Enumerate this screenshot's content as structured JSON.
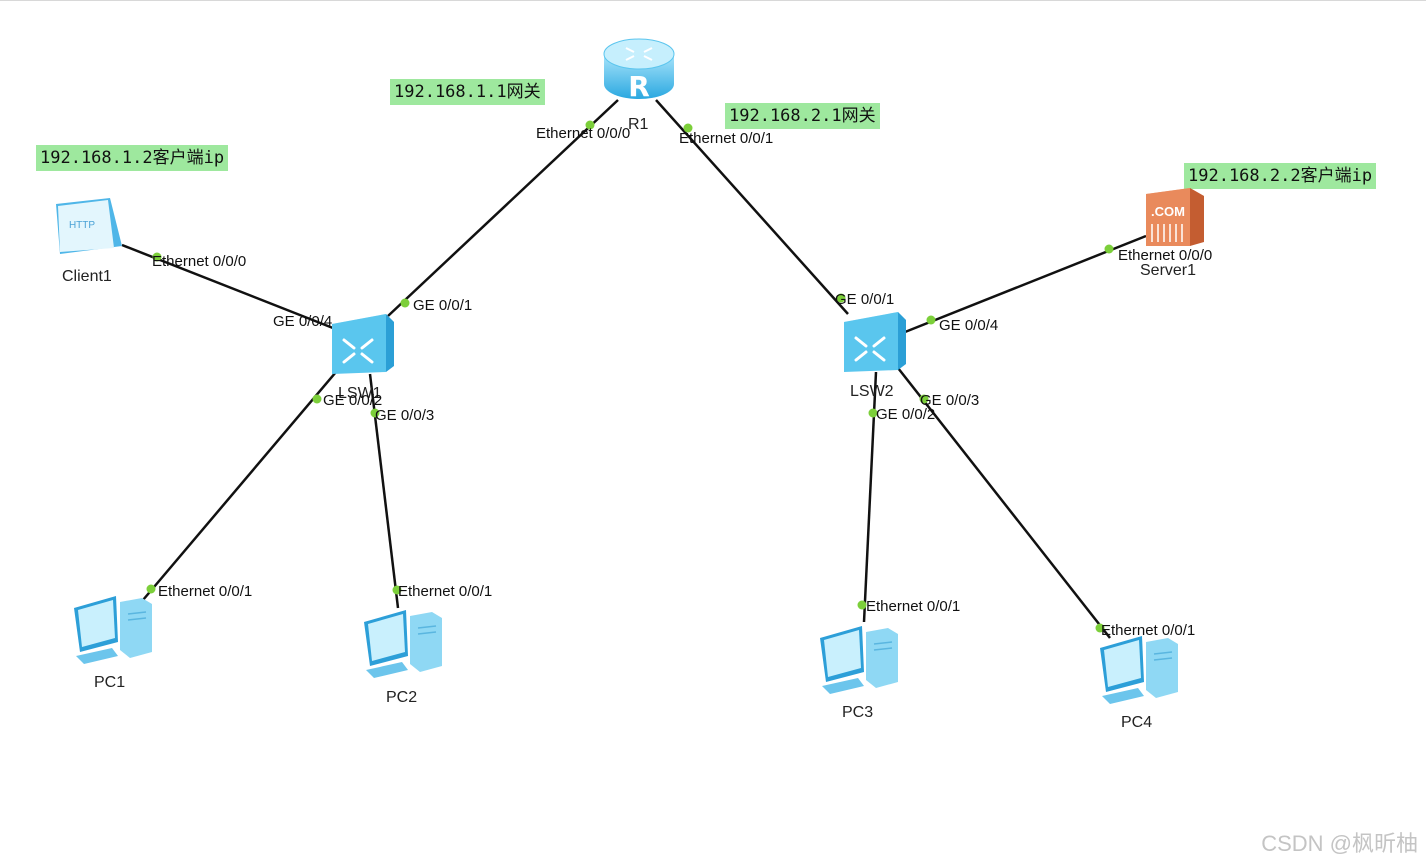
{
  "notes": {
    "gw1": "192.168.1.1网关",
    "gw2": "192.168.2.1网关",
    "client_ip": "192.168.1.2客户端ip",
    "server_ip": "192.168.2.2客户端ip"
  },
  "devices": {
    "r1": "R1",
    "lsw1": "LSW1",
    "lsw2": "LSW2",
    "client1": "Client1",
    "server1": "Server1",
    "pc1": "PC1",
    "pc2": "PC2",
    "pc3": "PC3",
    "pc4": "PC4",
    "r1_glyph": "R",
    "client_glyph": "HTTP",
    "server_glyph": ".COM"
  },
  "ports": {
    "r1_e000": "Ethernet 0/0/0",
    "r1_e001": "Ethernet 0/0/1",
    "lsw1_ge001": "GE 0/0/1",
    "lsw1_ge004": "GE 0/0/4",
    "lsw1_ge002": "GE 0/0/2",
    "lsw1_ge003": "GE 0/0/3",
    "lsw2_ge001": "GE 0/0/1",
    "lsw2_ge004": "GE 0/0/4",
    "lsw2_ge003": "GE 0/0/3",
    "lsw2_ge002": "GE 0/0/2",
    "client1_e000": "Ethernet 0/0/0",
    "server1_e000": "Ethernet 0/0/0",
    "pc1_e001": "Ethernet 0/0/1",
    "pc2_e001": "Ethernet 0/0/1",
    "pc3_e001": "Ethernet 0/0/1",
    "pc4_e001": "Ethernet 0/0/1"
  },
  "colors": {
    "note_bg": "#9ee89e",
    "link": "#111111",
    "port_dot": "#7ccf3a",
    "switch": "#59c3ea",
    "router": "#6cc8ee",
    "server": "#e98a5c"
  },
  "watermark": "CSDN @枫昕柚"
}
